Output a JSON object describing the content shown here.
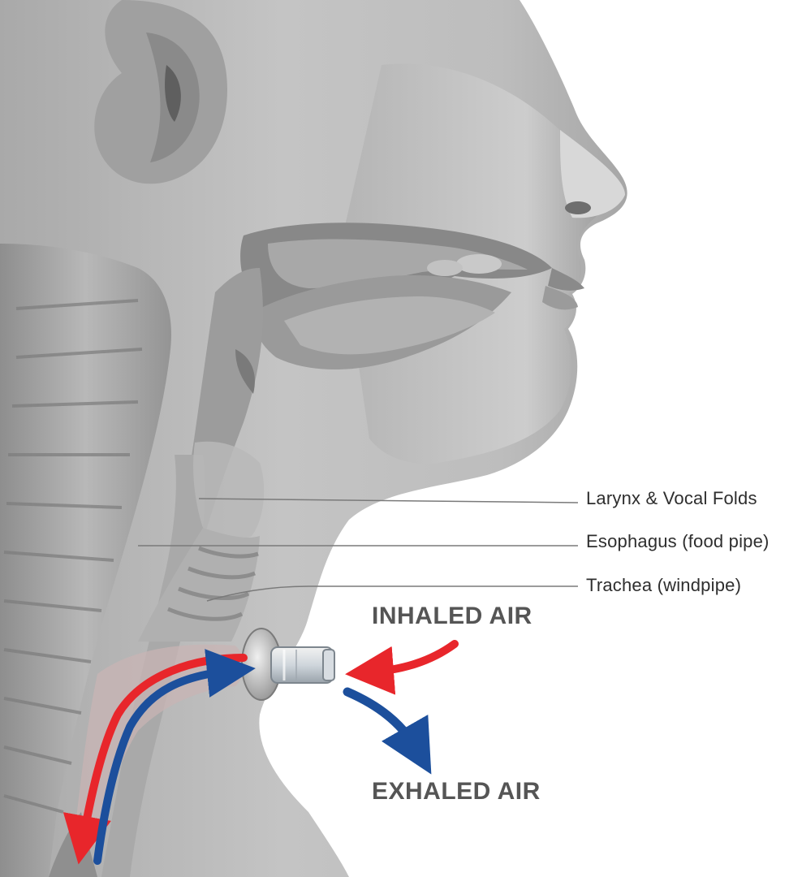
{
  "diagram": {
    "callouts": {
      "larynx": "Larynx & Vocal Folds",
      "esophagus": "Esophagus (food pipe)",
      "trachea": "Trachea (windpipe)"
    },
    "airflow": {
      "inhaled": "INHALED AIR",
      "exhaled": "EXHALED AIR"
    },
    "colors": {
      "inhaled_arrow": "#e8262b",
      "exhaled_arrow": "#1c4f9c",
      "skin": "#bdbdbd",
      "background": "#ffffff"
    }
  }
}
